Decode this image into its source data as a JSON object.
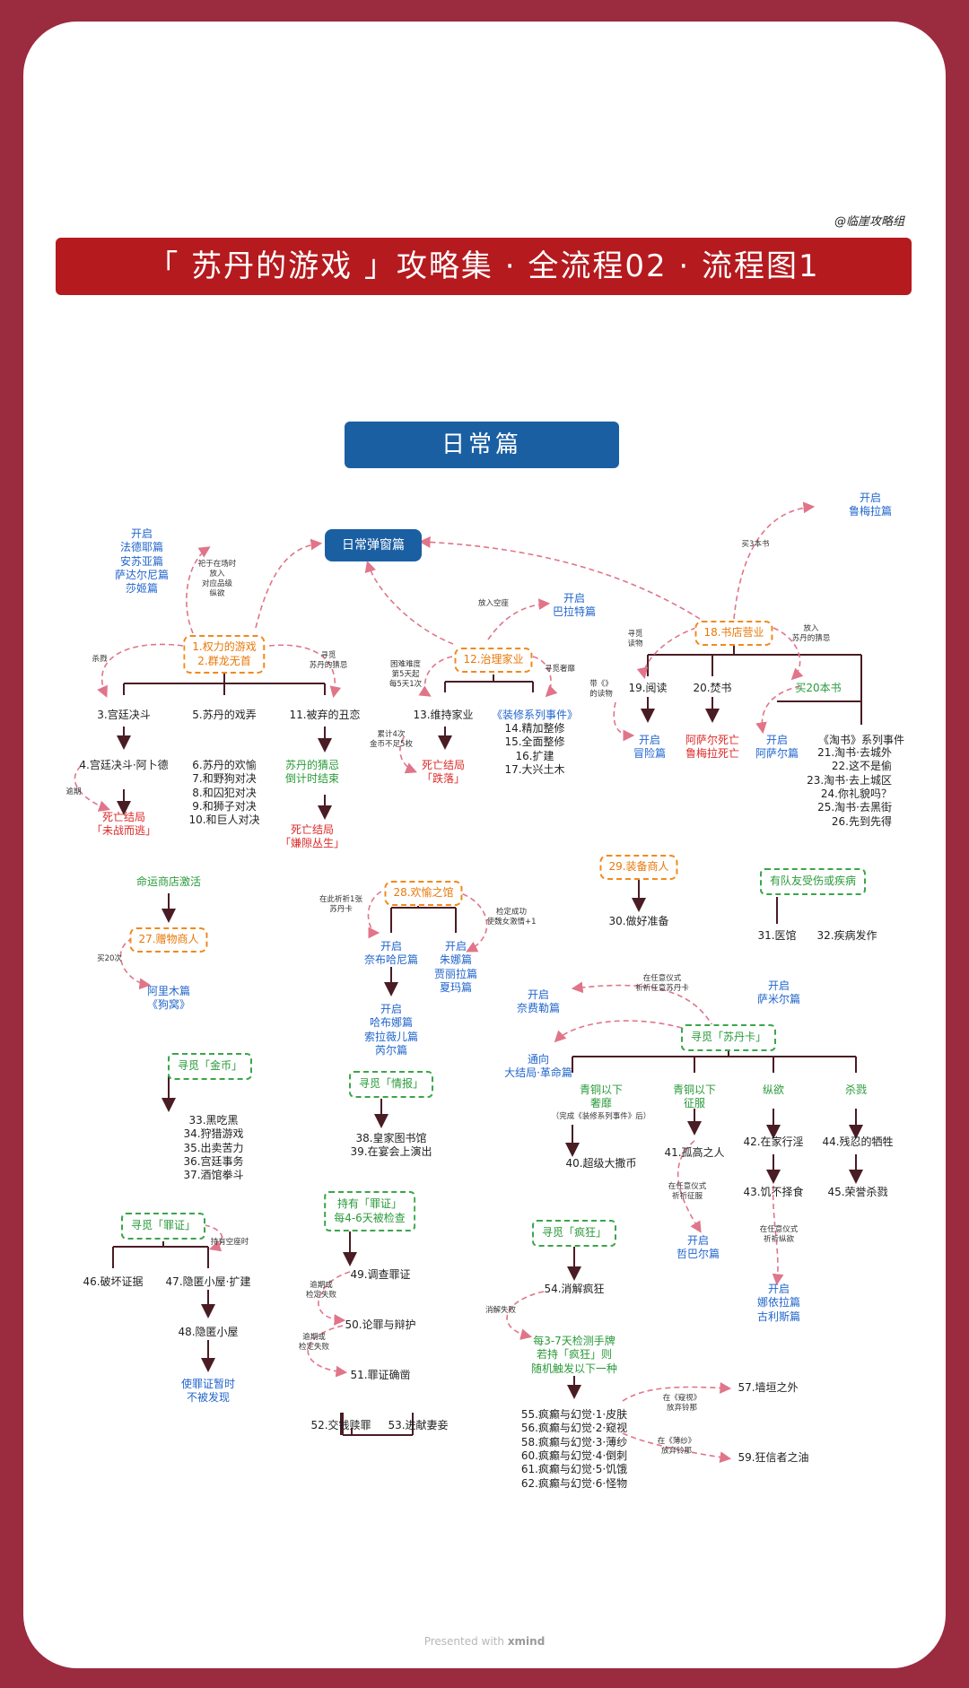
{
  "header": {
    "credit": "@临崖攻略组",
    "banner_title": "「 苏丹的游戏 」攻略集 · 全流程02 · 流程图1",
    "section_title": "日常篇",
    "popup_label": "日常弹窗篇"
  },
  "footer": {
    "presented": "Presented with ",
    "brand": "xmind"
  },
  "colors": {
    "background": "#9b2b3f",
    "banner": "#b51a1e",
    "section": "#1b5fa3",
    "orange": "#f08a1c",
    "green": "#3aa64a",
    "blue": "#2266cc",
    "red": "#dd2a2a",
    "connector": "#e0758a"
  },
  "nodes": {
    "open_fatema": "开启\n法德耶篇\n安苏亚篇\n萨达尔尼篇\n莎姬篇",
    "note_faction": "祀于在场时\n放入\n对应品级\n纵欲",
    "power_box": "1.权力的游戏\n2.群龙无首",
    "note_kill1": "杀戮",
    "note_seek1": "寻觅\n苏丹的猜忌",
    "b3": "3.宫廷决斗",
    "b5": "5.苏丹的戏弄",
    "b11": "11.被弃的丑恋",
    "b4": "4.宫廷决斗·阿卜德",
    "note_overdue": "逾期",
    "death_escape": "死亡结局\n「未战而逃」",
    "b6_10": "6.苏丹的欢愉\n7.和野狗对决\n8.和囚犯对决\n9.和狮子对决\n10.和巨人对决",
    "green_countdown": "苏丹的猜忌\n倒计时结束",
    "death_mu": "死亡结局\n「嫌隙丛生」",
    "note_space": "放入空座",
    "open_balate": "开启\n巴拉特篇",
    "note_difficulty": "困难难度\n第5天起\n每5天1次",
    "manage_box": "12.治理家业",
    "note_seek_luxury": "寻觅奢靡",
    "b13": "13.维持家业",
    "note_cumulative": "累计4次\n金币不足5枚",
    "death_fall": "死亡结局\n「跌落」",
    "decor_series": "《装修系列事件》",
    "b14_17": "14.精加整修\n15.全面整修\n16.扩建\n17.大兴土木",
    "note_buy3": "买3本书",
    "open_meilala": "开启\n鲁梅拉篇",
    "bookshop_box": "18.书店营业",
    "note_seek_read": "寻觅\n读物",
    "note_put_jealous": "放入\n苏丹的猜忌",
    "b19": "19.阅读",
    "b20": "20.焚书",
    "note_withbook": "带《》\n的读物",
    "open_adventure": "开启\n冒险篇",
    "death_asar": "阿萨尔死亡\n鲁梅拉死亡",
    "buy20": "买20本书",
    "open_asar": "开启\n阿萨尔篇",
    "taoshu_series": "《淘书》系列事件",
    "b21_26": "21.淘书·去城外\n22.这不是偷\n23.淘书·去上城区\n24.你礼貌吗？\n25.淘书·去黑街\n26.先到先得",
    "fate_shop": "命运商店激活",
    "gift_box": "27.赠物商人",
    "note_buy20": "买20次",
    "open_alimu": "阿里木篇\n《狗窝》",
    "joy_box": "28.欢愉之馆",
    "note_card1": "在此祈祈1张\n苏丹卡",
    "note_check": "检定成功\n使魏女激情+1",
    "open_naini": "开启\n奈布哈尼篇",
    "open_zhuna": "开启\n朱娜篇\n贾丽拉篇\n夏玛篇",
    "open_hana": "开启\n哈布娜篇\n索拉薇儿篇\n芮尔篇",
    "equip_box": "29.装备商人",
    "b30": "30.做好准备",
    "ill_box": "有队友受伤或疾病",
    "b31": "31.医馆",
    "b32": "32.疾病发作",
    "seek_gold": "寻觅「金币」",
    "b33_37": "33.黑吃黑\n34.狩猎游戏\n35.出卖苦力\n36.宫廷事务\n37.酒馆拳斗",
    "seek_intel": "寻觅「情报」",
    "b38_39": "38.皇家图书馆\n39.在宴会上演出",
    "note_ritual": "在任意仪式\n祈祈任意苏丹卡",
    "open_naifei": "开启\n奈费勒篇",
    "open_samier": "开启\n萨米尔篇",
    "seek_sudan": "寻觅「苏丹卡」",
    "ending_revolution": "通向\n大结局·革命篇",
    "col_luxury": "青铜以下\n奢靡",
    "note_decor_done": "（完成《装修系列事件》后）",
    "b40": "40.超级大撒币",
    "col_conquer": "青铜以下\n征服",
    "b41": "41.孤高之人",
    "note_ritual_conquer": "在任意仪式\n祈祈征服",
    "open_zhebaer": "开启\n哲巴尔篇",
    "col_lust": "纵欲",
    "b42": "42.在家行淫",
    "b43": "43.饥不择食",
    "note_ritual_lust": "在任意仪式\n祈祈纵欲",
    "open_nayila": "开启\n娜依拉篇\n古利斯篇",
    "col_kill": "杀戮",
    "b44": "44.残忍的牺牲",
    "b45": "45.荣誉杀戮",
    "seek_evidence": "寻觅「罪证」",
    "note_hold_space": "持有空座时",
    "b46": "46.破坏证据",
    "b47": "47.隐匿小屋·扩建",
    "b48": "48.隐匿小屋",
    "green_hidden": "使罪证暂时\n不被发现",
    "hold_evidence": "持有「罪证」\n每4-6天被检查",
    "b49": "49.调查罪证",
    "note_fail1": "逾期或\n检定失败",
    "b50": "50.论罪与辩护",
    "note_fail2": "逾期或\n检定失败",
    "b51": "51.罪证确凿",
    "b52": "52.交钱赎罪",
    "b53": "53.进献妻妾",
    "seek_madness": "寻觅「疯狂」",
    "b54": "54.消解疯狂",
    "note_dissolve_fail": "消解失败",
    "green_madness": "每3-7天检测手牌\n若持「疯狂」则\n随机触发以下一种",
    "b55_62": "55.疯癫与幻觉·1·皮肤\n56.疯癫与幻觉·2·窥视\n58.疯癫与幻觉·3·薄纱\n60.疯癫与幻觉·4·倒刺\n61.疯癫与幻觉·5·饥饿\n62.疯癫与幻觉·6·怪物",
    "note_peek": "在《窥视》\n放弃铃那",
    "b57": "57.墙垣之外",
    "note_gauze": "在《薄纱》\n放弃铃那",
    "b59": "59.狂信者之油"
  }
}
